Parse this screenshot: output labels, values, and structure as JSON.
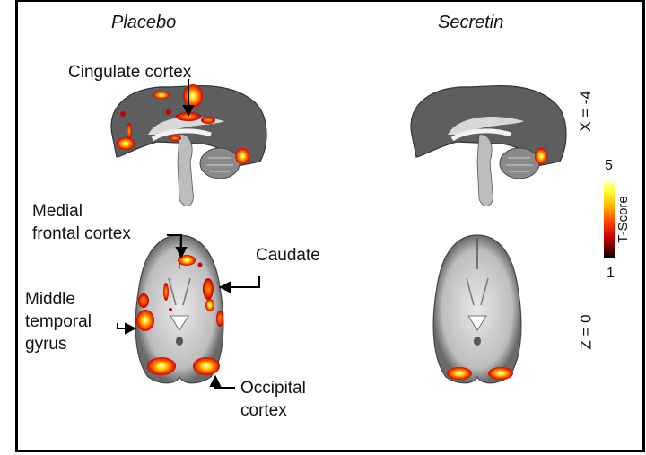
{
  "columns": [
    {
      "title": "Placebo"
    },
    {
      "title": "Secretin"
    }
  ],
  "rows": [
    {
      "slice_label": "X = -4",
      "view": "sagittal"
    },
    {
      "slice_label": "Z = 0",
      "view": "axial"
    }
  ],
  "annotations": {
    "cingulate": "Cingulate cortex",
    "medial_frontal_1": "Medial",
    "medial_frontal_2": "frontal cortex",
    "caudate": "Caudate",
    "middle_temporal_1": "Middle",
    "middle_temporal_2": "temporal",
    "middle_temporal_3": "gyrus",
    "occipital_1": "Occipital",
    "occipital_2": "cortex"
  },
  "colorbar": {
    "label": "T-Score",
    "max": "5",
    "min": "1",
    "colors": [
      "#000000",
      "#800000",
      "#ff2000",
      "#ff9000",
      "#ffff30",
      "#ffffe0"
    ]
  }
}
